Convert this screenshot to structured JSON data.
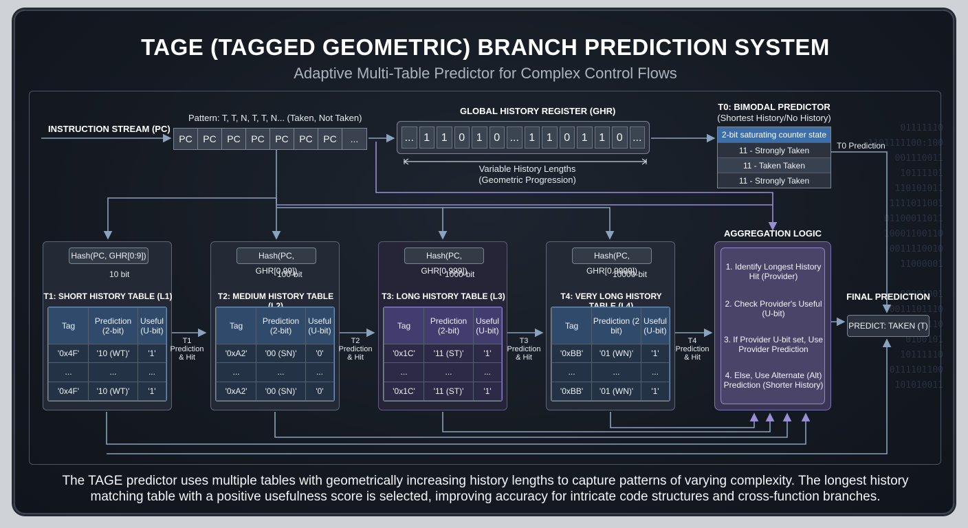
{
  "header": {
    "title": "TAGE (TAGGED GEOMETRIC) BRANCH PREDICTION SYSTEM",
    "subtitle": "Adaptive Multi-Table Predictor for Complex Control Flows"
  },
  "stream": {
    "label": "INSTRUCTION STREAM (PC)",
    "pattern": "Pattern: T, T, N, T, T, N... (Taken, Not Taken)",
    "cells": [
      "PC",
      "PC",
      "PC",
      "PC",
      "PC",
      "PC",
      "PC",
      "..."
    ]
  },
  "ghr": {
    "label": "GLOBAL HISTORY REGISTER (GHR)",
    "bits": [
      "...",
      "1",
      "1",
      "0",
      "1",
      "0",
      "...",
      "1",
      "1",
      "0",
      "1",
      "1",
      "0",
      "..."
    ],
    "lengths_line1": "Variable History Lengths",
    "lengths_line2": "(Geometric Progression)"
  },
  "t0": {
    "title": "T0: BIMODAL PREDICTOR",
    "subtitle": "(Shortest History/No History)",
    "rows": [
      "2-bit saturating counter state",
      "11 - Strongly Taken",
      "11 - Taken Taken",
      "11 - Strongly Taken"
    ],
    "output_label": "T0 Prediction"
  },
  "tables": [
    {
      "hash": "Hash(PC, GHR[0:9])",
      "bits": "10 bit",
      "name": "T1: SHORT HISTORY TABLE (L1)",
      "headers": [
        "Tag",
        "Prediction (2-bit)",
        "Useful (U-bit)"
      ],
      "rows": [
        [
          "'0x4F'",
          "'10 (WT)'",
          "'1'"
        ],
        [
          "...",
          "...",
          "..."
        ],
        [
          "'0x4F'",
          "'10 (WT)'",
          "'1'"
        ]
      ],
      "out_line1": "T1",
      "out_line2": "Prediction",
      "out_line3": "& Hit"
    },
    {
      "hash": "Hash(PC, GHR[0.99])",
      "bits": "100-bit",
      "name": "T2: MEDIUM HISTORY TABLE (L2)",
      "headers": [
        "Tag",
        "Prediction (2-bit)",
        "Useful (U-bit)"
      ],
      "rows": [
        [
          "'0xA2'",
          "'00 (SN)'",
          "'0'"
        ],
        [
          "...",
          "...",
          "..."
        ],
        [
          "'0xA2'",
          "'00 (SN)'",
          "'0'"
        ]
      ],
      "out_line1": "T2",
      "out_line2": "Prediction",
      "out_line3": "& Hit"
    },
    {
      "hash": "Hash(PC, GHR[0.999])",
      "bits": "1000-bit",
      "name": "T3: LONG HISTORY TABLE (L3)",
      "headers": [
        "Tag",
        "Prediction (2-bit)",
        "Useful (U-bit)"
      ],
      "rows": [
        [
          "'0x1C'",
          "'11 (ST)'",
          "'1'"
        ],
        [
          "...",
          "...",
          "..."
        ],
        [
          "'0x1C'",
          "'11 (ST)'",
          "'1'"
        ]
      ],
      "out_line1": "T3",
      "out_line2": "Prediction",
      "out_line3": "& Hit"
    },
    {
      "hash": "Hash(PC, GHR[0.9999])",
      "bits": "10000-bit",
      "name": "T4: VERY LONG HISTORY TABLE (L4)",
      "headers": [
        "Tag",
        "Prediction (2 bit)",
        "Useful (U-bit)"
      ],
      "rows": [
        [
          "'0xBB'",
          "'01 (WN)'",
          "'1'"
        ],
        [
          "...",
          "...",
          "..."
        ],
        [
          "'0xBB'",
          "'01 (WN)'",
          "'1'"
        ]
      ],
      "out_line1": "T4",
      "out_line2": "Prediction",
      "out_line3": "& Hit"
    }
  ],
  "aggregation": {
    "title": "AGGREGATION LOGIC",
    "steps": [
      "1. Identify Longest History Hit (Provider)",
      "2. Check Provider's Useful (U-bit)",
      "3. If Provider U-bit set, Use Provider Prediction",
      "4. Else, Use Alternate (Alt) Prediction (Shorter History)"
    ]
  },
  "final": {
    "title": "FINAL PREDICTION",
    "value": "PREDICT: TAKEN (T)"
  },
  "caption": {
    "line1": "The TAGE predictor uses multiple tables with geometrically increasing history lengths to capture patterns of varying complexity. The longest history",
    "line2": "matching table with a positive usefulness score is selected, improving accuracy for intricate code structures and cross-function branches."
  },
  "colors": {
    "blue_table": "#6d8fb5",
    "purple_table": "#8a7fc8",
    "aggregation": "#4a4468",
    "wire": "#8aa2bd",
    "wire_purple": "#9a8fd6"
  }
}
